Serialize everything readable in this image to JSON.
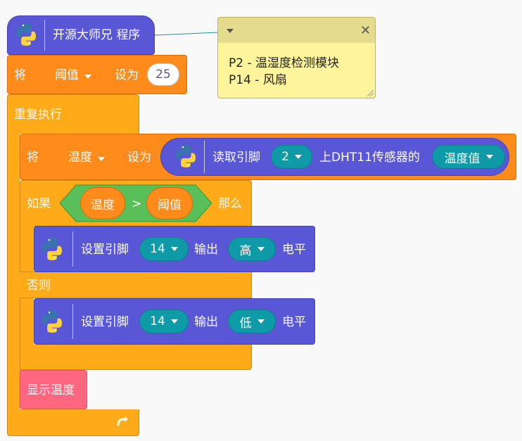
{
  "hat": {
    "title": "开源大师兄 程序"
  },
  "set_threshold": {
    "keyword": "将",
    "variable": "阈值",
    "set_label": "设为",
    "value": "25"
  },
  "forever": {
    "label": "重复执行"
  },
  "set_temp": {
    "keyword": "将",
    "variable": "温度",
    "set_label": "设为",
    "reporter": {
      "read_label": "读取引脚",
      "pin": "2",
      "sensor_label": "上DHT11传感器的",
      "field": "温度值"
    }
  },
  "if_block": {
    "if_label": "如果",
    "left": "温度",
    "operator": ">",
    "right": "阈值",
    "then_label": "那么",
    "else_label": "否则"
  },
  "set_pin_high": {
    "label": "设置引脚",
    "pin": "14",
    "output_label": "输出",
    "level": "高",
    "suffix": "电平"
  },
  "set_pin_low": {
    "label": "设置引脚",
    "pin": "14",
    "output_label": "输出",
    "level": "低",
    "suffix": "电平"
  },
  "show_temp": {
    "label": "显示温度"
  },
  "comment": {
    "line1": "P2 - 温湿度检测模块",
    "line2": "P14 - 风扇"
  },
  "colors": {
    "motion_blue": "#5a57d6",
    "variable_orange": "#ff8c1a",
    "control_yellow": "#ffab19",
    "operator_green": "#59c059",
    "custom_pink": "#ff6680",
    "reporter_teal": "#0e9ba7",
    "note_yellow": "#fef49c"
  }
}
